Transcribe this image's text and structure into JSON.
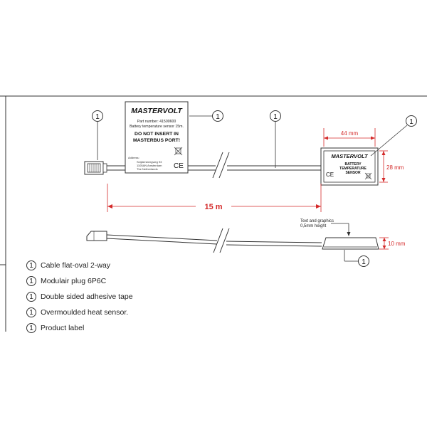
{
  "label": {
    "brand": "MASTERVOLT",
    "part_number": "Part number: 41500600",
    "description": "Battery temperature sensor 15m.",
    "warning_line1": "DO NOT INSERT  IN",
    "warning_line2": "MASTERBUS PORT!",
    "address_title": "Address:",
    "address_line1": "Snijdersbergweg 93",
    "address_line2": "1105AN Amsterdam",
    "address_line3": "The Netherlands",
    "ce_mark": "CE"
  },
  "sensor": {
    "brand": "MASTERVOLT",
    "line1": "BATTERY",
    "line2": "TEMPERATURE",
    "line3": "SENSOR",
    "ce_mark": "CE"
  },
  "dimensions": {
    "length": "15 m",
    "width": "44 mm",
    "height": "28 mm",
    "thickness": "10 mm"
  },
  "callout_marker": "1",
  "note": {
    "line1": "Text and graphics",
    "line2": "0,5mm height"
  },
  "legend": [
    {
      "num": "1",
      "text": "Cable flat-oval 2-way"
    },
    {
      "num": "1",
      "text": "Modulair plug 6P6C"
    },
    {
      "num": "1",
      "text": "Double sided adhesive tape"
    },
    {
      "num": "1",
      "text": "Overmoulded heat sensor."
    },
    {
      "num": "1",
      "text": "Product label"
    }
  ],
  "colors": {
    "dimension": "#d42a2a",
    "line": "#333333"
  }
}
